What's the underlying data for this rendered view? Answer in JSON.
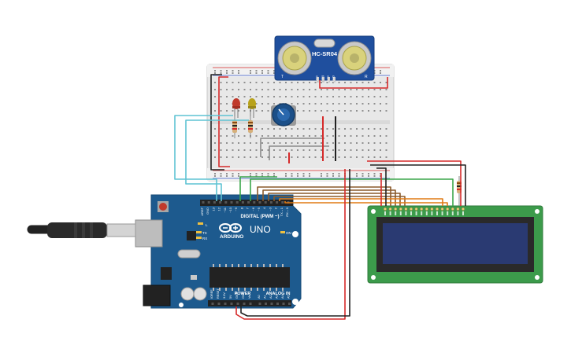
{
  "sensor": {
    "model": "HC-SR04",
    "pin_labels": [
      "VCC",
      "Trig",
      "Echo",
      "GND"
    ],
    "corner_left": "T",
    "corner_right": "R"
  },
  "arduino": {
    "brand": "ARDUINO",
    "model": "UNO",
    "header_digital": "DIGITAL (PWM ~)",
    "header_power": "POWER",
    "header_analog": "ANALOG IN",
    "top_pins": [
      "AREF",
      "GND",
      "13",
      "12",
      "~11",
      "~10",
      "~9",
      "8",
      "7",
      "~6",
      "~5",
      "4",
      "~3",
      "2",
      "TX→1",
      "RX←0"
    ],
    "bottom_pins": [
      "IOREF",
      "RESET",
      "3.3V",
      "5V",
      "GND",
      "GND",
      "Vin",
      "A0",
      "A1",
      "A2",
      "A3",
      "A4",
      "A5"
    ],
    "led_labels": [
      "L",
      "TX",
      "RX",
      "ON"
    ]
  },
  "lcd": {
    "pin_count": 16
  },
  "colors": {
    "board_blue": "#1d5a8e",
    "breadboard": "#e6e6e6",
    "lcd_pcb": "#3c9b4b",
    "lcd_screen": "#2a3a72",
    "sensor_pcb": "#1f4f9e",
    "wire_red": "#d62a2a",
    "wire_black": "#222222",
    "wire_brown": "#8a5a2b",
    "wire_orange": "#e07a14",
    "wire_green": "#3aa64a",
    "wire_cyan": "#5fc3d3",
    "wire_gray": "#8a8a8a",
    "led_red": "#c0392b",
    "led_yellow": "#b8a21a"
  }
}
